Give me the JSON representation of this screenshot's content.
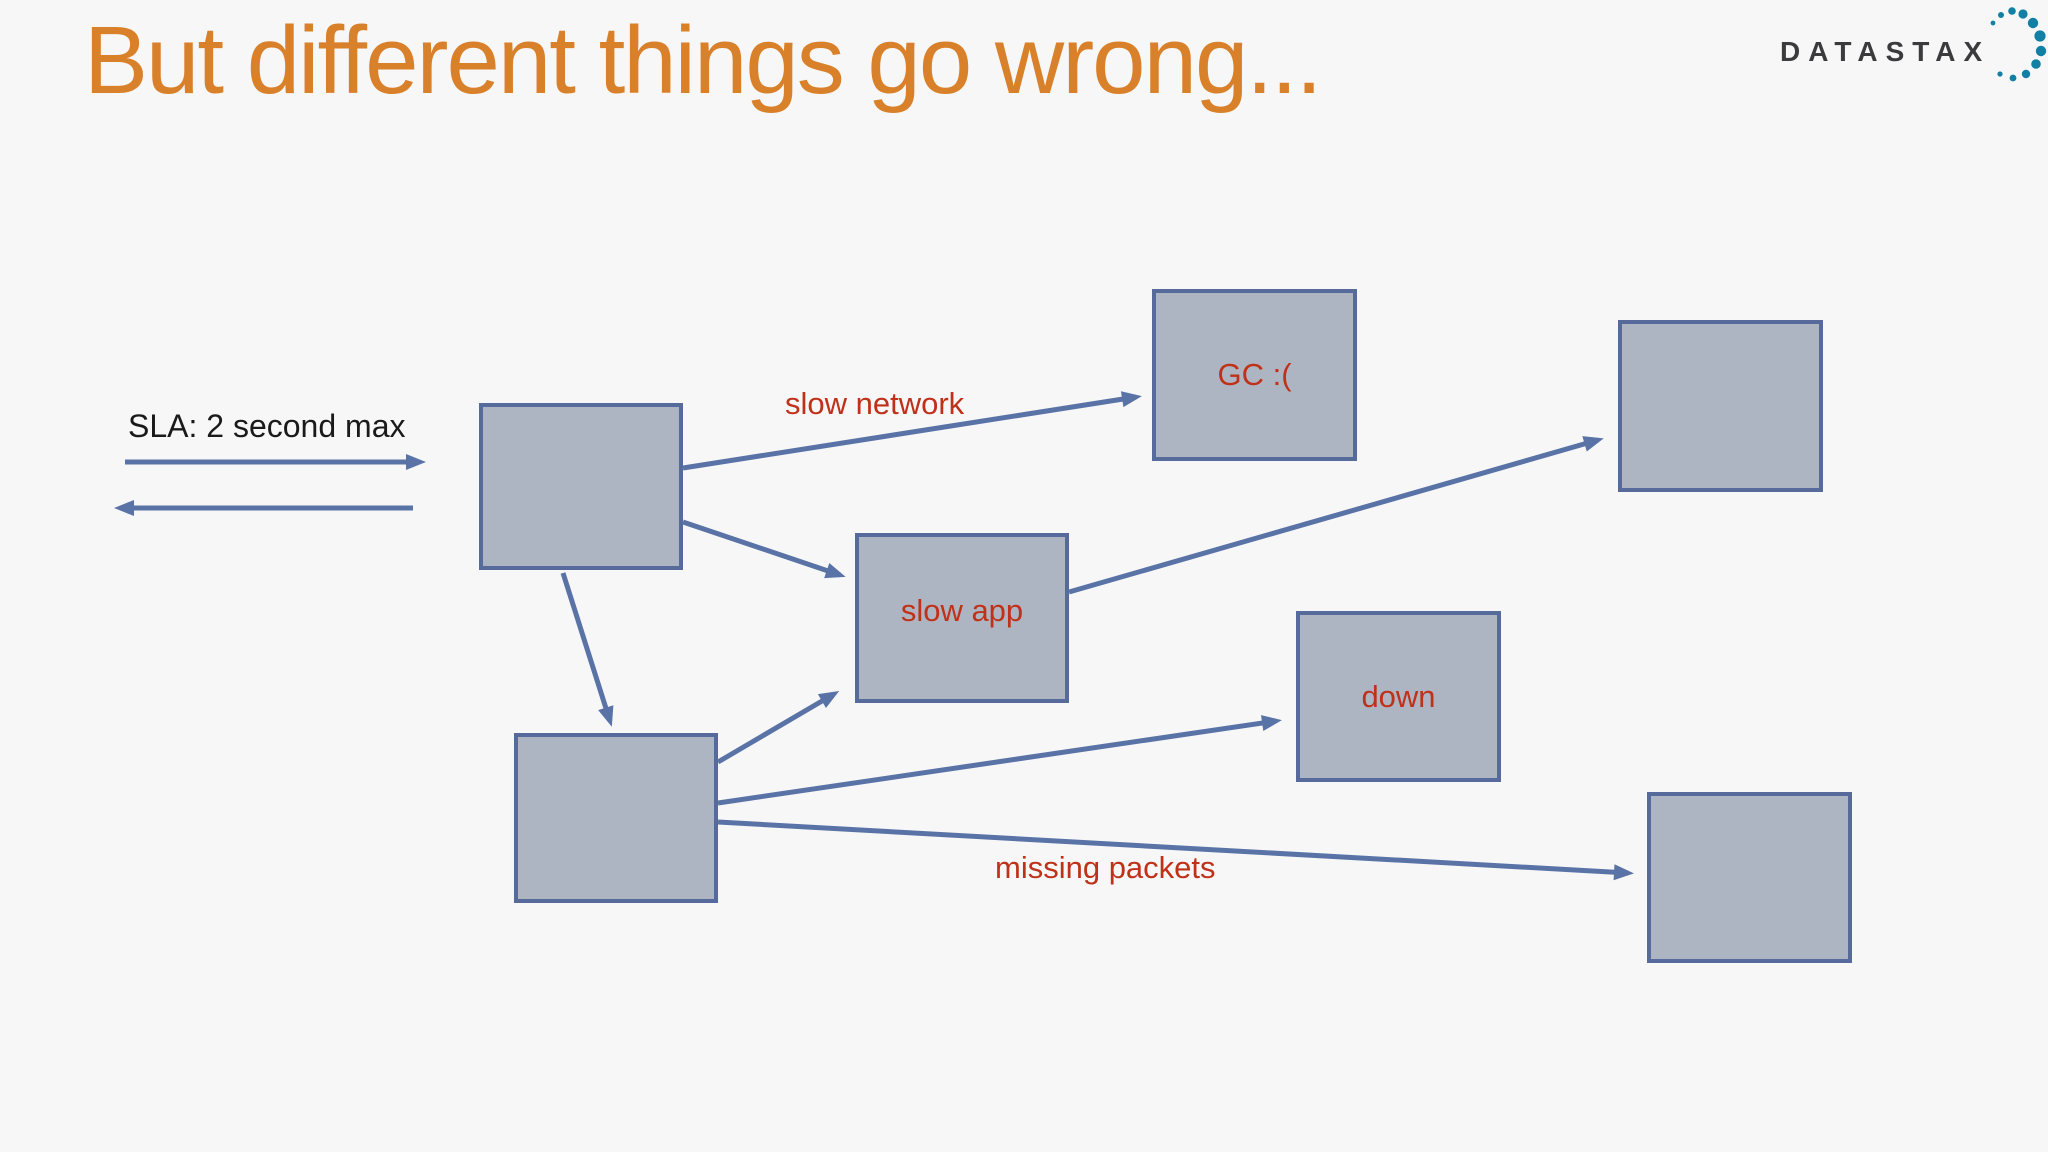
{
  "title": "But different things go wrong...",
  "logo": {
    "wordmark": "DATASTAX"
  },
  "annotations": {
    "sla": "SLA: 2 second max",
    "slow_network": "slow network",
    "missing_packets": "missing packets"
  },
  "nodes": {
    "app_top": {
      "label": ""
    },
    "gc": {
      "label": "GC :("
    },
    "right_top": {
      "label": ""
    },
    "slow_app": {
      "label": "slow app"
    },
    "down": {
      "label": "down"
    },
    "app_bottom": {
      "label": ""
    },
    "right_bottom": {
      "label": ""
    }
  },
  "colors": {
    "background": "#f7f7f8",
    "title": "#d9812a",
    "label_red": "#bf3119",
    "text_black": "#1a1a1a",
    "box_fill": "#aeb5c2",
    "box_border": "#566b9c",
    "arrow": "#5a73a6",
    "logo_text": "#3b3b3d",
    "logo_dots": "#1180a4"
  }
}
